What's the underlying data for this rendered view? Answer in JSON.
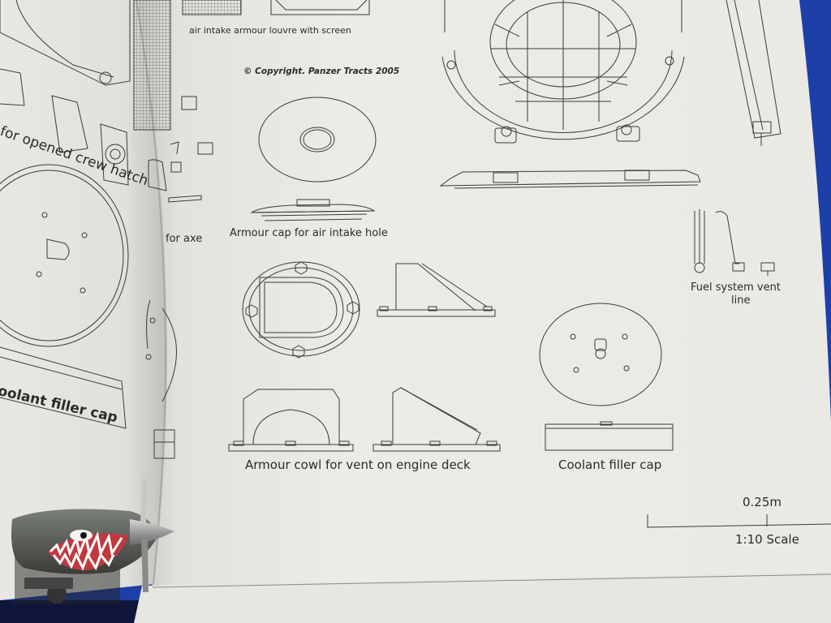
{
  "labels": {
    "louvre": "air intake armour louvre with screen",
    "copyright": "© Copyright. Panzer Tracts 2005",
    "armour_cap": "Armour cap for air intake hole",
    "for_axe": "for axe",
    "fuel_vent": "Fuel system vent line",
    "fuel_vent_l1": "Fuel system vent",
    "fuel_vent_l2": "line",
    "armour_cowl": "Armour cowl for vent on engine deck",
    "coolant": "Coolant filler cap",
    "scale_len": "0.25m",
    "scale": "1:10 Scale",
    "left_crew": "for opened crew hatch",
    "left_coolant": "oolant filler cap"
  },
  "colors": {
    "background": "#1d3fa8",
    "paper": "#ecebe6",
    "ink": "#3a3a3a",
    "aircraft_body": "#5a5d58",
    "shark_mouth": "#c0393f"
  }
}
